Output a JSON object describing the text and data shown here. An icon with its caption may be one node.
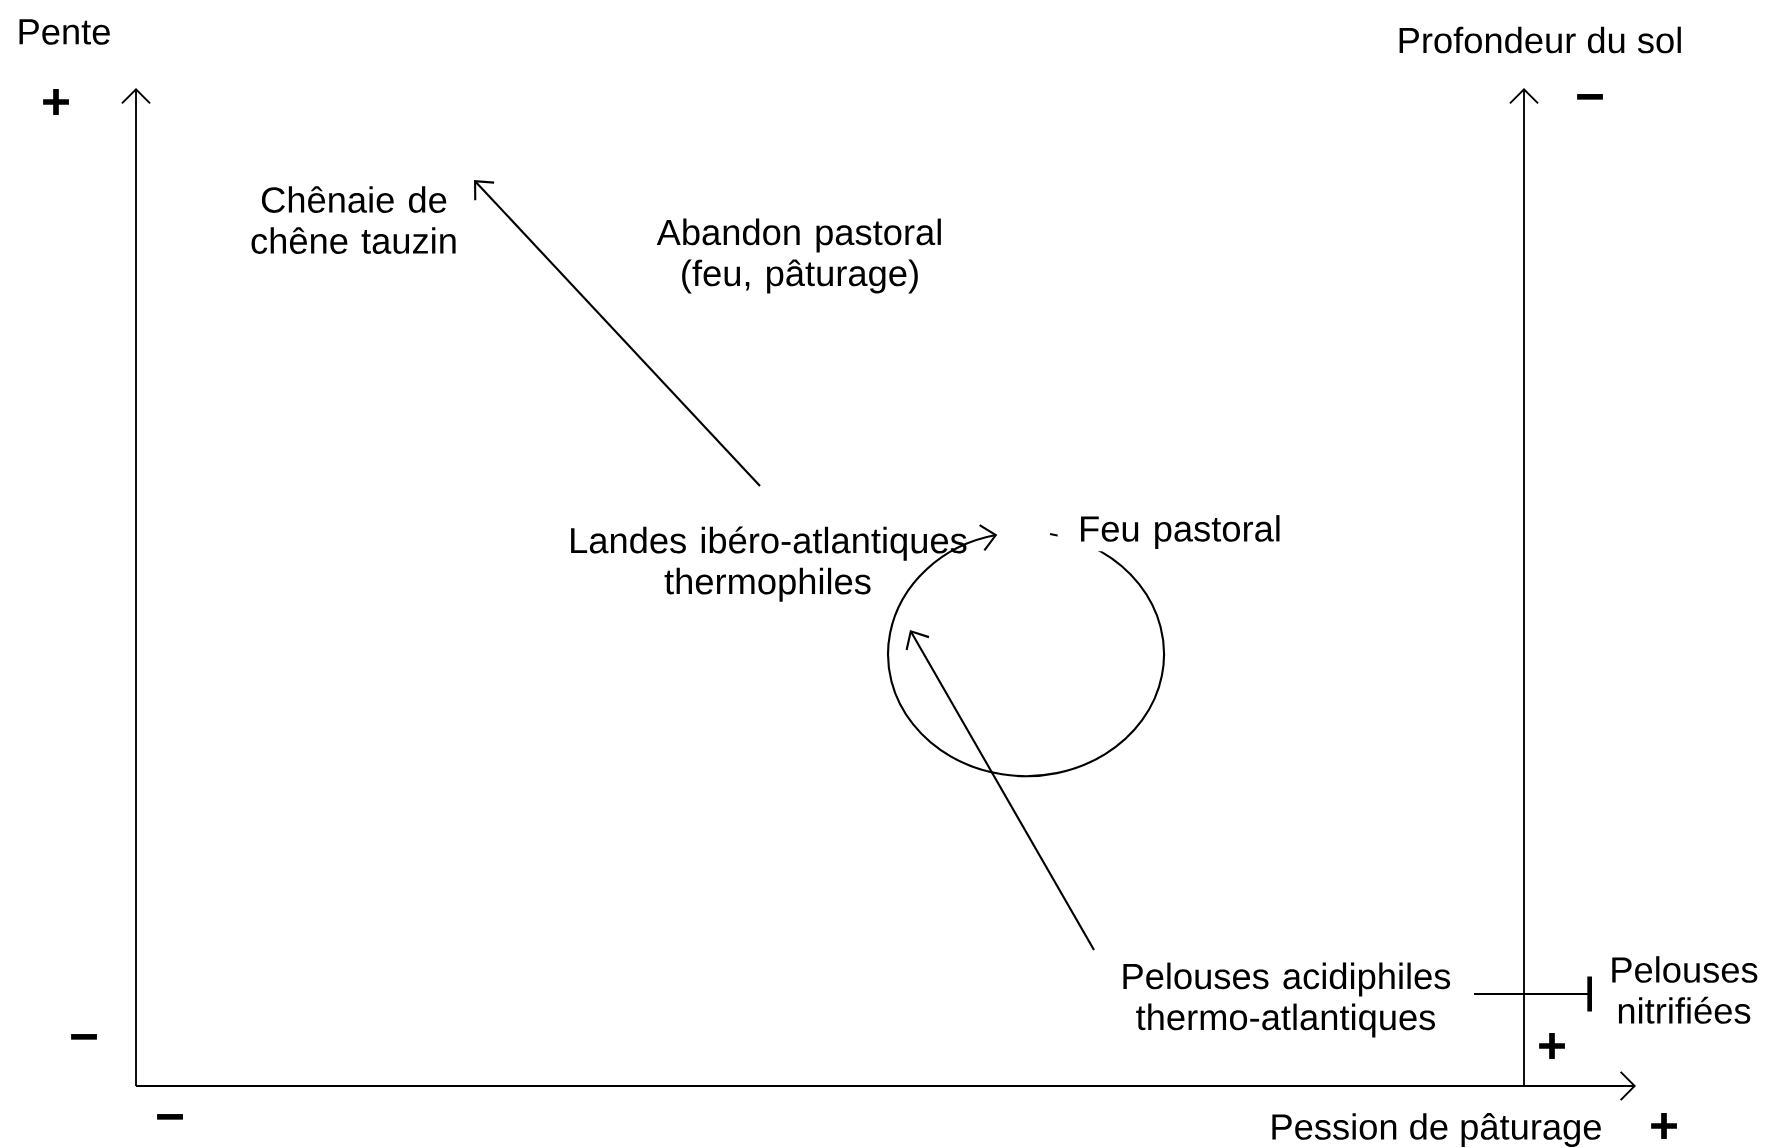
{
  "diagram": {
    "nodes": [
      {
        "text": [
          "Chênaie de chêne tauzin"
        ]
      },
      {
        "text": [
          "Landes ibéro-atlantiques thermophiles"
        ]
      },
      {
        "text": [
          "Pelouses acidiphiles thermo-atlantiques"
        ]
      },
      {
        "text": [
          "Pelouses nitrifiées"
        ]
      }
    ],
    "edges": [
      {
        "from": 1,
        "to": 0,
        "arrow": "to",
        "label": "Abandon pastoral (feu, pâturage)"
      },
      {
        "from": 1,
        "to": 1,
        "arrow": "to",
        "label": "Feu pastoral"
      },
      {
        "from": 2,
        "to": 1,
        "arrow": "to"
      },
      {
        "from": 2,
        "to": 3,
        "arrow": "other"
      }
    ],
    "labels": [
      "Pente",
      "+",
      "Profondeur du sol",
      "−",
      "−",
      "+",
      "−",
      "Pession de pâturage",
      "+"
    ]
  }
}
